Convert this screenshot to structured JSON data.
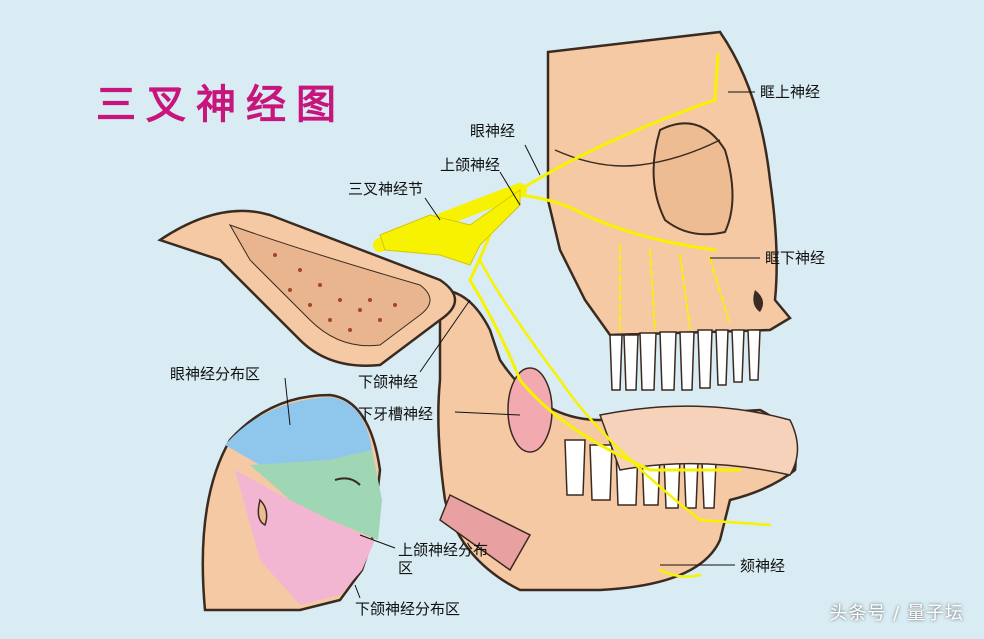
{
  "title": "三叉神经图",
  "labels": {
    "supraorbital": "眶上神经",
    "ophthalmic": "眼神经",
    "maxillary": "上颌神经",
    "ganglion": "三叉神经节",
    "infraorbital": "眶下神经",
    "mandibular": "下颌神经",
    "inferior_alveolar": "下牙槽神经",
    "mental": "颏神经"
  },
  "face_zones": {
    "ophthalmic_zone": "眼神经分布区",
    "maxillary_zone": "上颌神经分布区",
    "mandibular_zone": "下颌神经分布区"
  },
  "watermark": "头条号 / 量子坛",
  "colors": {
    "background": "#d9ecf3",
    "title": "#c8157e",
    "nerve": "#f7f300",
    "bone": "#f4c9a3",
    "ophthalmic_zone": "#8ec6ec",
    "maxillary_zone": "#9fd6b4",
    "mandibular_zone": "#f2b6d3"
  }
}
